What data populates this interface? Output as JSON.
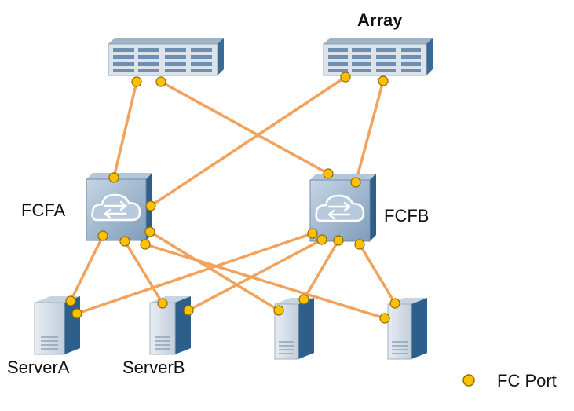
{
  "labels": {
    "array": "Array",
    "fcfa": "FCFA",
    "fcfb": "FCFB",
    "server_a": "ServerA",
    "server_b": "ServerB",
    "legend_fc_port": "FC Port"
  },
  "colors": {
    "link": "#F2A25B",
    "port_fill": "#FFC000",
    "port_stroke": "#8C6A00",
    "device_light": "#D5DEE8",
    "device_dark": "#2E5E8A"
  },
  "icons": {
    "storage": "storage-array-icon",
    "switch": "fc-switch-icon",
    "server": "server-tower-icon",
    "port": "fc-port-icon"
  }
}
